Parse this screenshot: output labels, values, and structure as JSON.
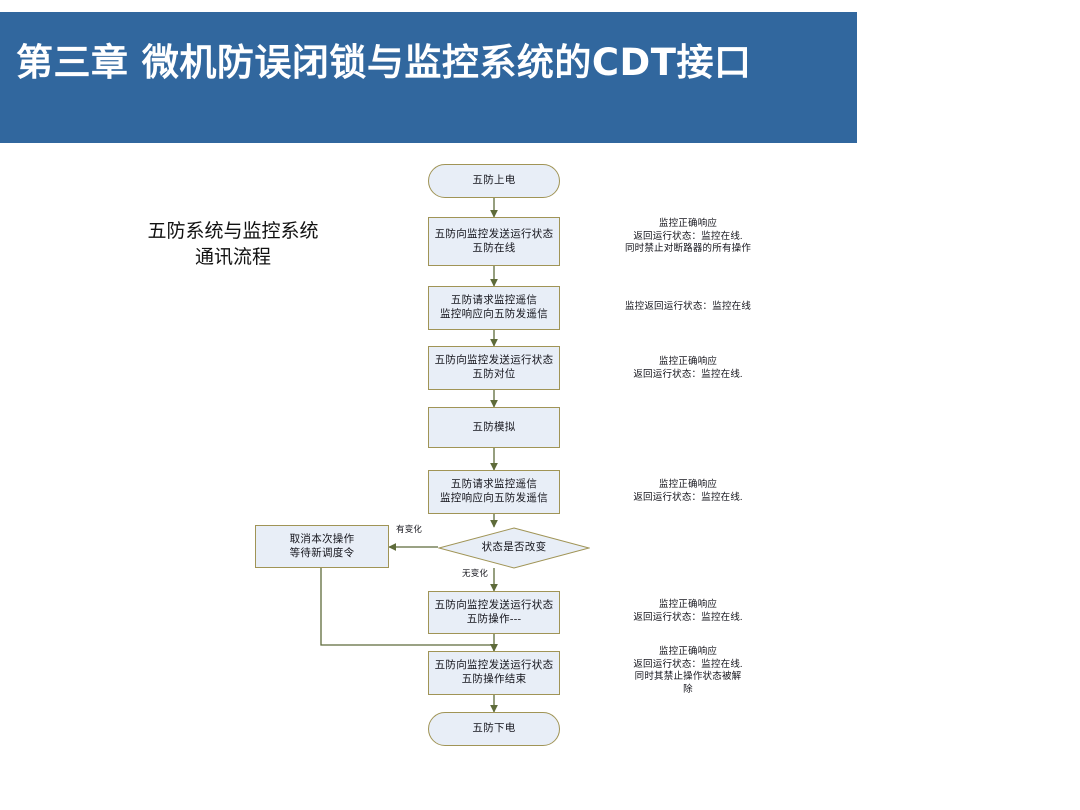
{
  "slide": {
    "title": "第三章 微机防误闭锁与监控系统的CDT接口",
    "banner_color": "#31679e",
    "background_color": "#ffffff"
  },
  "caption": {
    "line1": "五防系统与监控系统",
    "line2": "通讯流程"
  },
  "diagram": {
    "style": {
      "node_fill": "#e8eef7",
      "node_border": "#a09456",
      "edge_color": "#5e6b3a",
      "text_color": "#15151c"
    },
    "nodes": [
      {
        "id": "start",
        "type": "terminator",
        "lines": [
          "五防上电"
        ]
      },
      {
        "id": "p1",
        "type": "process",
        "lines": [
          "五防向监控发送运行状态",
          "五防在线"
        ]
      },
      {
        "id": "p2",
        "type": "process",
        "lines": [
          "五防请求监控遥信",
          "监控响应向五防发遥信"
        ]
      },
      {
        "id": "p3",
        "type": "process",
        "lines": [
          "五防向监控发送运行状态",
          "五防对位"
        ]
      },
      {
        "id": "p4",
        "type": "process",
        "lines": [
          "五防模拟"
        ]
      },
      {
        "id": "p5",
        "type": "process",
        "lines": [
          "五防请求监控遥信",
          "监控响应向五防发遥信"
        ]
      },
      {
        "id": "decision",
        "type": "decision",
        "lines": [
          "状态是否改变"
        ]
      },
      {
        "id": "cancel",
        "type": "process",
        "lines": [
          "取消本次操作",
          "等待新调度令"
        ]
      },
      {
        "id": "p6",
        "type": "process",
        "lines": [
          "五防向监控发送运行状态",
          "五防操作---"
        ]
      },
      {
        "id": "p7",
        "type": "process",
        "lines": [
          "五防向监控发送运行状态",
          "五防操作结束"
        ]
      },
      {
        "id": "end",
        "type": "terminator",
        "lines": [
          "五防下电"
        ]
      }
    ],
    "edge_labels": {
      "changed": "有变化",
      "unchanged": "无变化"
    },
    "annotations": [
      {
        "id": "a1",
        "lines": [
          "监控正确响应",
          "返回运行状态：监控在线.",
          "同时禁止对断路器的所有操作"
        ]
      },
      {
        "id": "a2",
        "lines": [
          "监控返回运行状态：监控在线"
        ]
      },
      {
        "id": "a3",
        "lines": [
          "监控正确响应",
          "返回运行状态：监控在线."
        ]
      },
      {
        "id": "a4",
        "lines": [
          "监控正确响应",
          "返回运行状态：监控在线."
        ]
      },
      {
        "id": "a5",
        "lines": [
          "监控正确响应",
          "返回运行状态：监控在线."
        ]
      },
      {
        "id": "a6",
        "lines": [
          "监控正确响应",
          "返回运行状态：监控在线.",
          "同时其禁止操作状态被解",
          "除"
        ]
      }
    ]
  }
}
